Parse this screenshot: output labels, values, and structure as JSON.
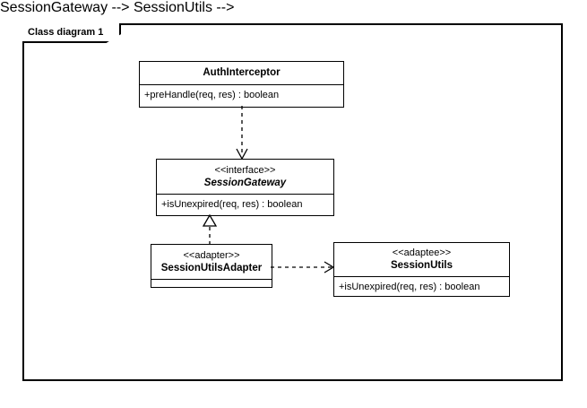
{
  "frame": {
    "label": "Class diagram 1"
  },
  "diagram": {
    "type": "uml-class-diagram",
    "classes": [
      {
        "id": "authinterceptor",
        "stereotype": "",
        "name": "AuthInterceptor",
        "italic": false,
        "members": [
          "+preHandle(req, res) : boolean"
        ],
        "empty_compartment": false
      },
      {
        "id": "sessiongateway",
        "stereotype": "<<interface>>",
        "name": "SessionGateway",
        "italic": true,
        "members": [
          "+isUnexpired(req, res) : boolean"
        ],
        "empty_compartment": false
      },
      {
        "id": "sessionutilsadapter",
        "stereotype": "<<adapter>>",
        "name": "SessionUtilsAdapter",
        "italic": false,
        "members": [],
        "empty_compartment": true
      },
      {
        "id": "sessionutils",
        "stereotype": "<<adaptee>>",
        "name": "SessionUtils",
        "italic": false,
        "members": [
          "+isUnexpired(req, res) : boolean"
        ],
        "empty_compartment": false
      }
    ],
    "connectors": [
      {
        "id": "dependency-auth-gateway",
        "kind": "dependency",
        "line": "dashed",
        "arrowhead": "open",
        "from": "authinterceptor",
        "to": "sessiongateway"
      },
      {
        "id": "realization-adapter-gateway",
        "kind": "realization",
        "line": "dashed",
        "arrowhead": "hollow-triangle",
        "from": "sessionutilsadapter",
        "to": "sessiongateway"
      },
      {
        "id": "dependency-adapter-utils",
        "kind": "dependency",
        "line": "dashed",
        "arrowhead": "open",
        "from": "sessionutilsadapter",
        "to": "sessionutils"
      }
    ]
  },
  "colors": {
    "background": "#ffffff",
    "stroke": "#000000",
    "text": "#000000"
  }
}
